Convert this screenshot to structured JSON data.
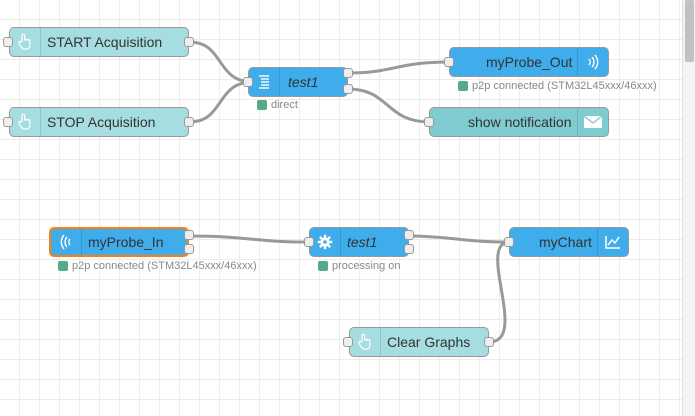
{
  "nodes": {
    "start": {
      "label": "START Acquisition",
      "icon": "hand-pointer-icon"
    },
    "stop": {
      "label": "STOP Acquisition",
      "icon": "hand-pointer-icon"
    },
    "test1_top": {
      "label": "test1",
      "icon": "list-lines-icon",
      "status": "direct",
      "status_color": "#55aa88"
    },
    "probe_out": {
      "label": "myProbe_Out",
      "icon": "wireless-signal-icon",
      "status": "p2p connected (STM32L45xxx/46xxx)",
      "status_color": "#55aa88"
    },
    "notify": {
      "label": "show notification",
      "icon": "envelope-icon"
    },
    "probe_in": {
      "label": "myProbe_In",
      "icon": "wireless-signal-icon",
      "status": "p2p connected (STM32L45xxx/46xxx)",
      "status_color": "#55aa88"
    },
    "test1_bottom": {
      "label": "test1",
      "icon": "gear-icon",
      "status": "processing on",
      "status_color": "#55aa88"
    },
    "chart": {
      "label": "myChart",
      "icon": "line-chart-icon"
    },
    "clear": {
      "label": "Clear Graphs",
      "icon": "hand-pointer-icon"
    }
  },
  "colors": {
    "inject": "#a6dde0",
    "function": "#3fadeb",
    "notification": "#7fcbd0",
    "selected_border": "#ff7f0e",
    "wire": "#999999",
    "status_ok": "#55aa88"
  }
}
